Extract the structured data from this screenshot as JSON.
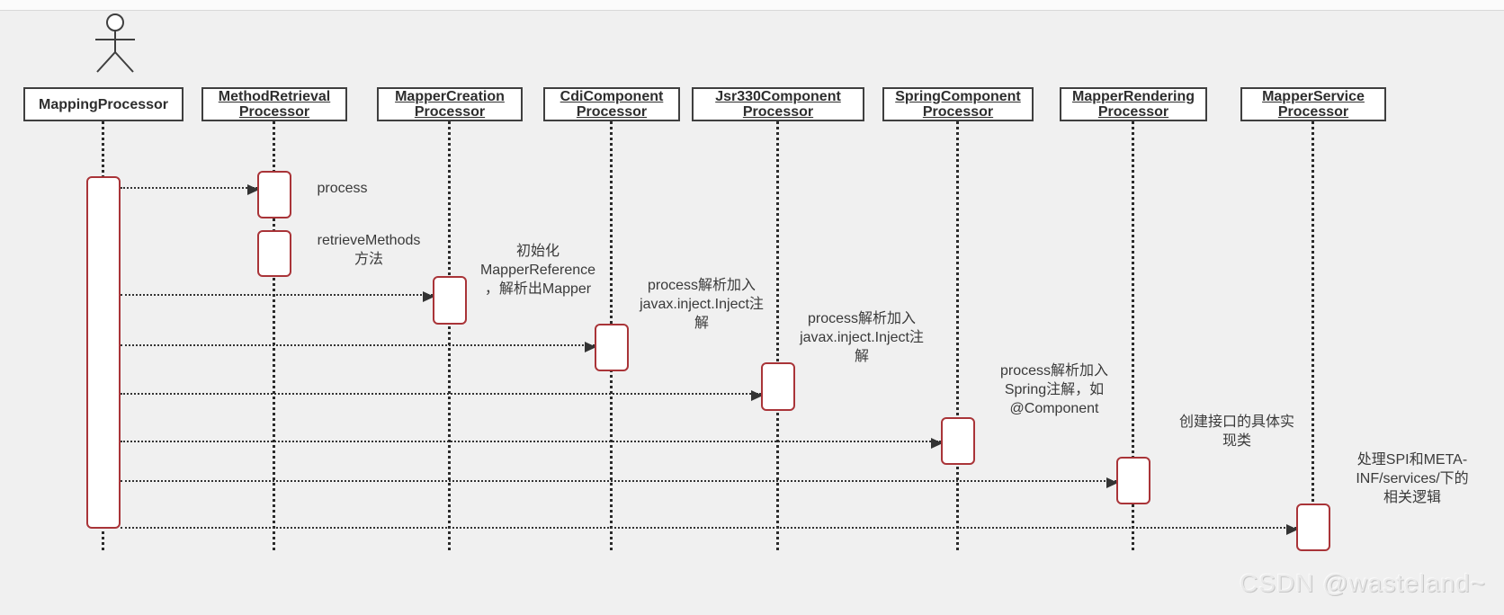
{
  "page": {
    "watermark": "CSDN @wasteland~",
    "background_color": "#f0f0f0",
    "icons": {
      "actor": "uml-actor-stick-figure"
    }
  },
  "diagram": {
    "type": "uml-sequence",
    "colors": {
      "activation_border": "#a93438",
      "header_border": "#3f3f3f",
      "line_color": "#2b2b2b",
      "text_color": "#3a3a3a"
    },
    "lifelines": [
      {
        "label": "MappingProcessor"
      },
      {
        "label": "MethodRetrieval\nProcessor"
      },
      {
        "label": "MapperCreation\nProcessor"
      },
      {
        "label": "CdiComponent\nProcessor"
      },
      {
        "label": "Jsr330Component\nProcessor"
      },
      {
        "label": "SpringComponent\nProcessor"
      },
      {
        "label": "MapperRendering\nProcessor"
      },
      {
        "label": "MapperService\nProcessor"
      }
    ],
    "messages": [
      {
        "label": "process"
      },
      {
        "label": "retrieveMethods\n方法"
      },
      {
        "label": "初始化\nMapperReference\n，解析出Mapper"
      },
      {
        "label": "process解析加入\njavax.inject.Inject注\n解"
      },
      {
        "label": "process解析加入\njavax.inject.Inject注\n解"
      },
      {
        "label": "process解析加入\nSpring注解，如\n@Component"
      },
      {
        "label": "创建接口的具体实\n现类"
      },
      {
        "label": "处理SPI和META-\nINF/services/下的\n相关逻辑"
      }
    ]
  }
}
